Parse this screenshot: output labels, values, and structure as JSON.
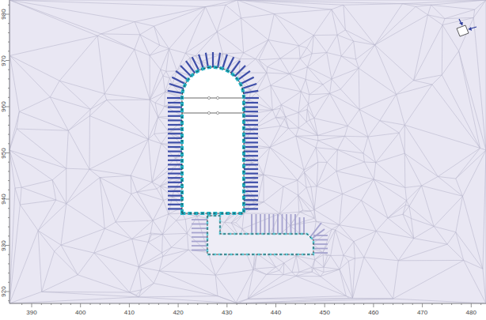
{
  "diagram": {
    "labels": [
      "980",
      "970",
      "960",
      "950",
      "940",
      "930",
      "920",
      "390",
      "400",
      "410",
      "420",
      "430",
      "440",
      "450",
      "460",
      "470",
      "480"
    ]
  }
}
